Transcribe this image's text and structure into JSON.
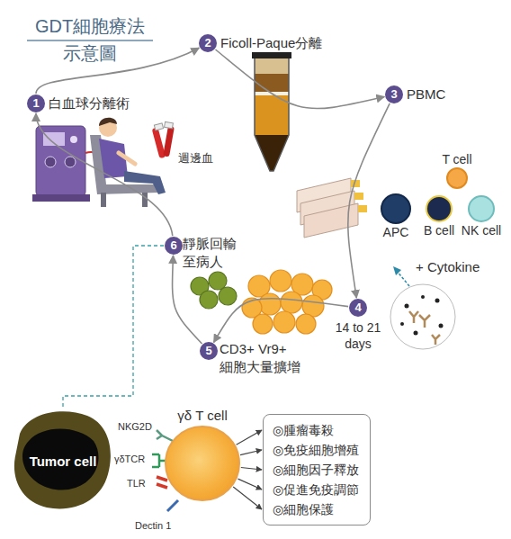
{
  "diagram": {
    "title": "GDT細胞療法 示意圖",
    "nodes": [
      {
        "text": [
          "1",
          "白血球分離術"
        ]
      },
      {
        "text": [
          "2",
          "Ficoll-Paque分離"
        ]
      },
      {
        "text": [
          "3",
          "PBMC"
        ]
      },
      {
        "text": [
          "4",
          "14 to 21 days"
        ]
      },
      {
        "text": [
          "5",
          "CD3+ Vr9+ 細胞大量擴增"
        ]
      },
      {
        "text": [
          "6",
          "靜脈回輸 至病人"
        ]
      },
      {
        "text": [
          "T cell"
        ]
      },
      {
        "text": [
          "APC"
        ]
      },
      {
        "text": [
          "B cell"
        ]
      },
      {
        "text": [
          "NK cell"
        ]
      },
      {
        "text": [
          "Tumor cell"
        ]
      },
      {
        "text": [
          "γδ T cell"
        ]
      },
      {
        "text": [
          "◎腫瘤毒殺",
          "◎免疫細胞增殖",
          "◎細胞因子釋放",
          "◎促進免疫調節",
          "◎細胞保護"
        ]
      }
    ],
    "edges": [
      {
        "from": 0,
        "to": 1,
        "arrow": "to"
      },
      {
        "from": 1,
        "to": 2,
        "arrow": "to"
      },
      {
        "from": 2,
        "to": 3,
        "arrow": "to"
      },
      {
        "from": 3,
        "to": 4,
        "arrow": "to"
      },
      {
        "from": 4,
        "to": 5,
        "arrow": "to"
      },
      {
        "from": 5,
        "to": 0,
        "arrow": "to"
      },
      {
        "from": 5,
        "to": 10,
        "arrow": "none"
      },
      {
        "from": 11,
        "to": 12,
        "arrow": "to"
      },
      {
        "from": 11,
        "to": 12,
        "arrow": "to"
      },
      {
        "from": 11,
        "to": 12,
        "arrow": "to"
      },
      {
        "from": 11,
        "to": 12,
        "arrow": "to"
      },
      {
        "from": 11,
        "to": 12,
        "arrow": "to"
      }
    ],
    "labels": [
      "週邊血",
      "+ Cytokine",
      "NKG2D",
      "γδTCR",
      "TLR",
      "Dectin 1"
    ]
  }
}
